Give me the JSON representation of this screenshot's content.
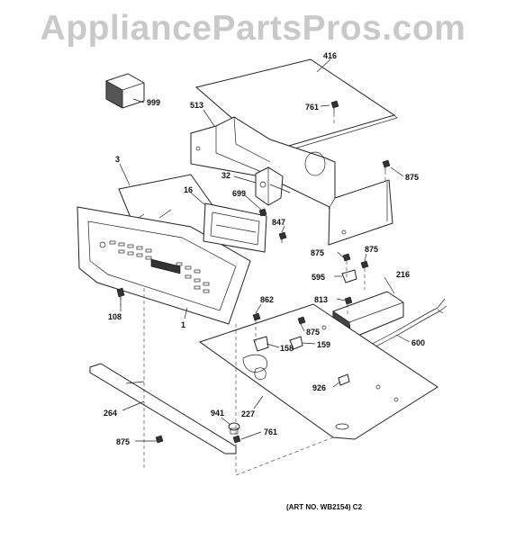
{
  "watermark": "AppliancePartsPros.com",
  "art_number": "(ART NO. WB2154) C2",
  "labels": {
    "p416": "416",
    "p999": "999",
    "p513": "513",
    "p761_top": "761",
    "p875_top": "875",
    "p3": "3",
    "p32": "32",
    "p16": "16",
    "p699": "699",
    "p847": "847",
    "p875_mid_a": "875",
    "p875_mid_b": "875",
    "p595": "595",
    "p216": "216",
    "p813": "813",
    "p108": "108",
    "p862": "862",
    "p1": "1",
    "p875_low": "875",
    "p158": "158",
    "p159": "159",
    "p600": "600",
    "p926": "926",
    "p227": "227",
    "p264": "264",
    "p941": "941",
    "p761_bottom": "761",
    "p875_bottom": "875"
  }
}
